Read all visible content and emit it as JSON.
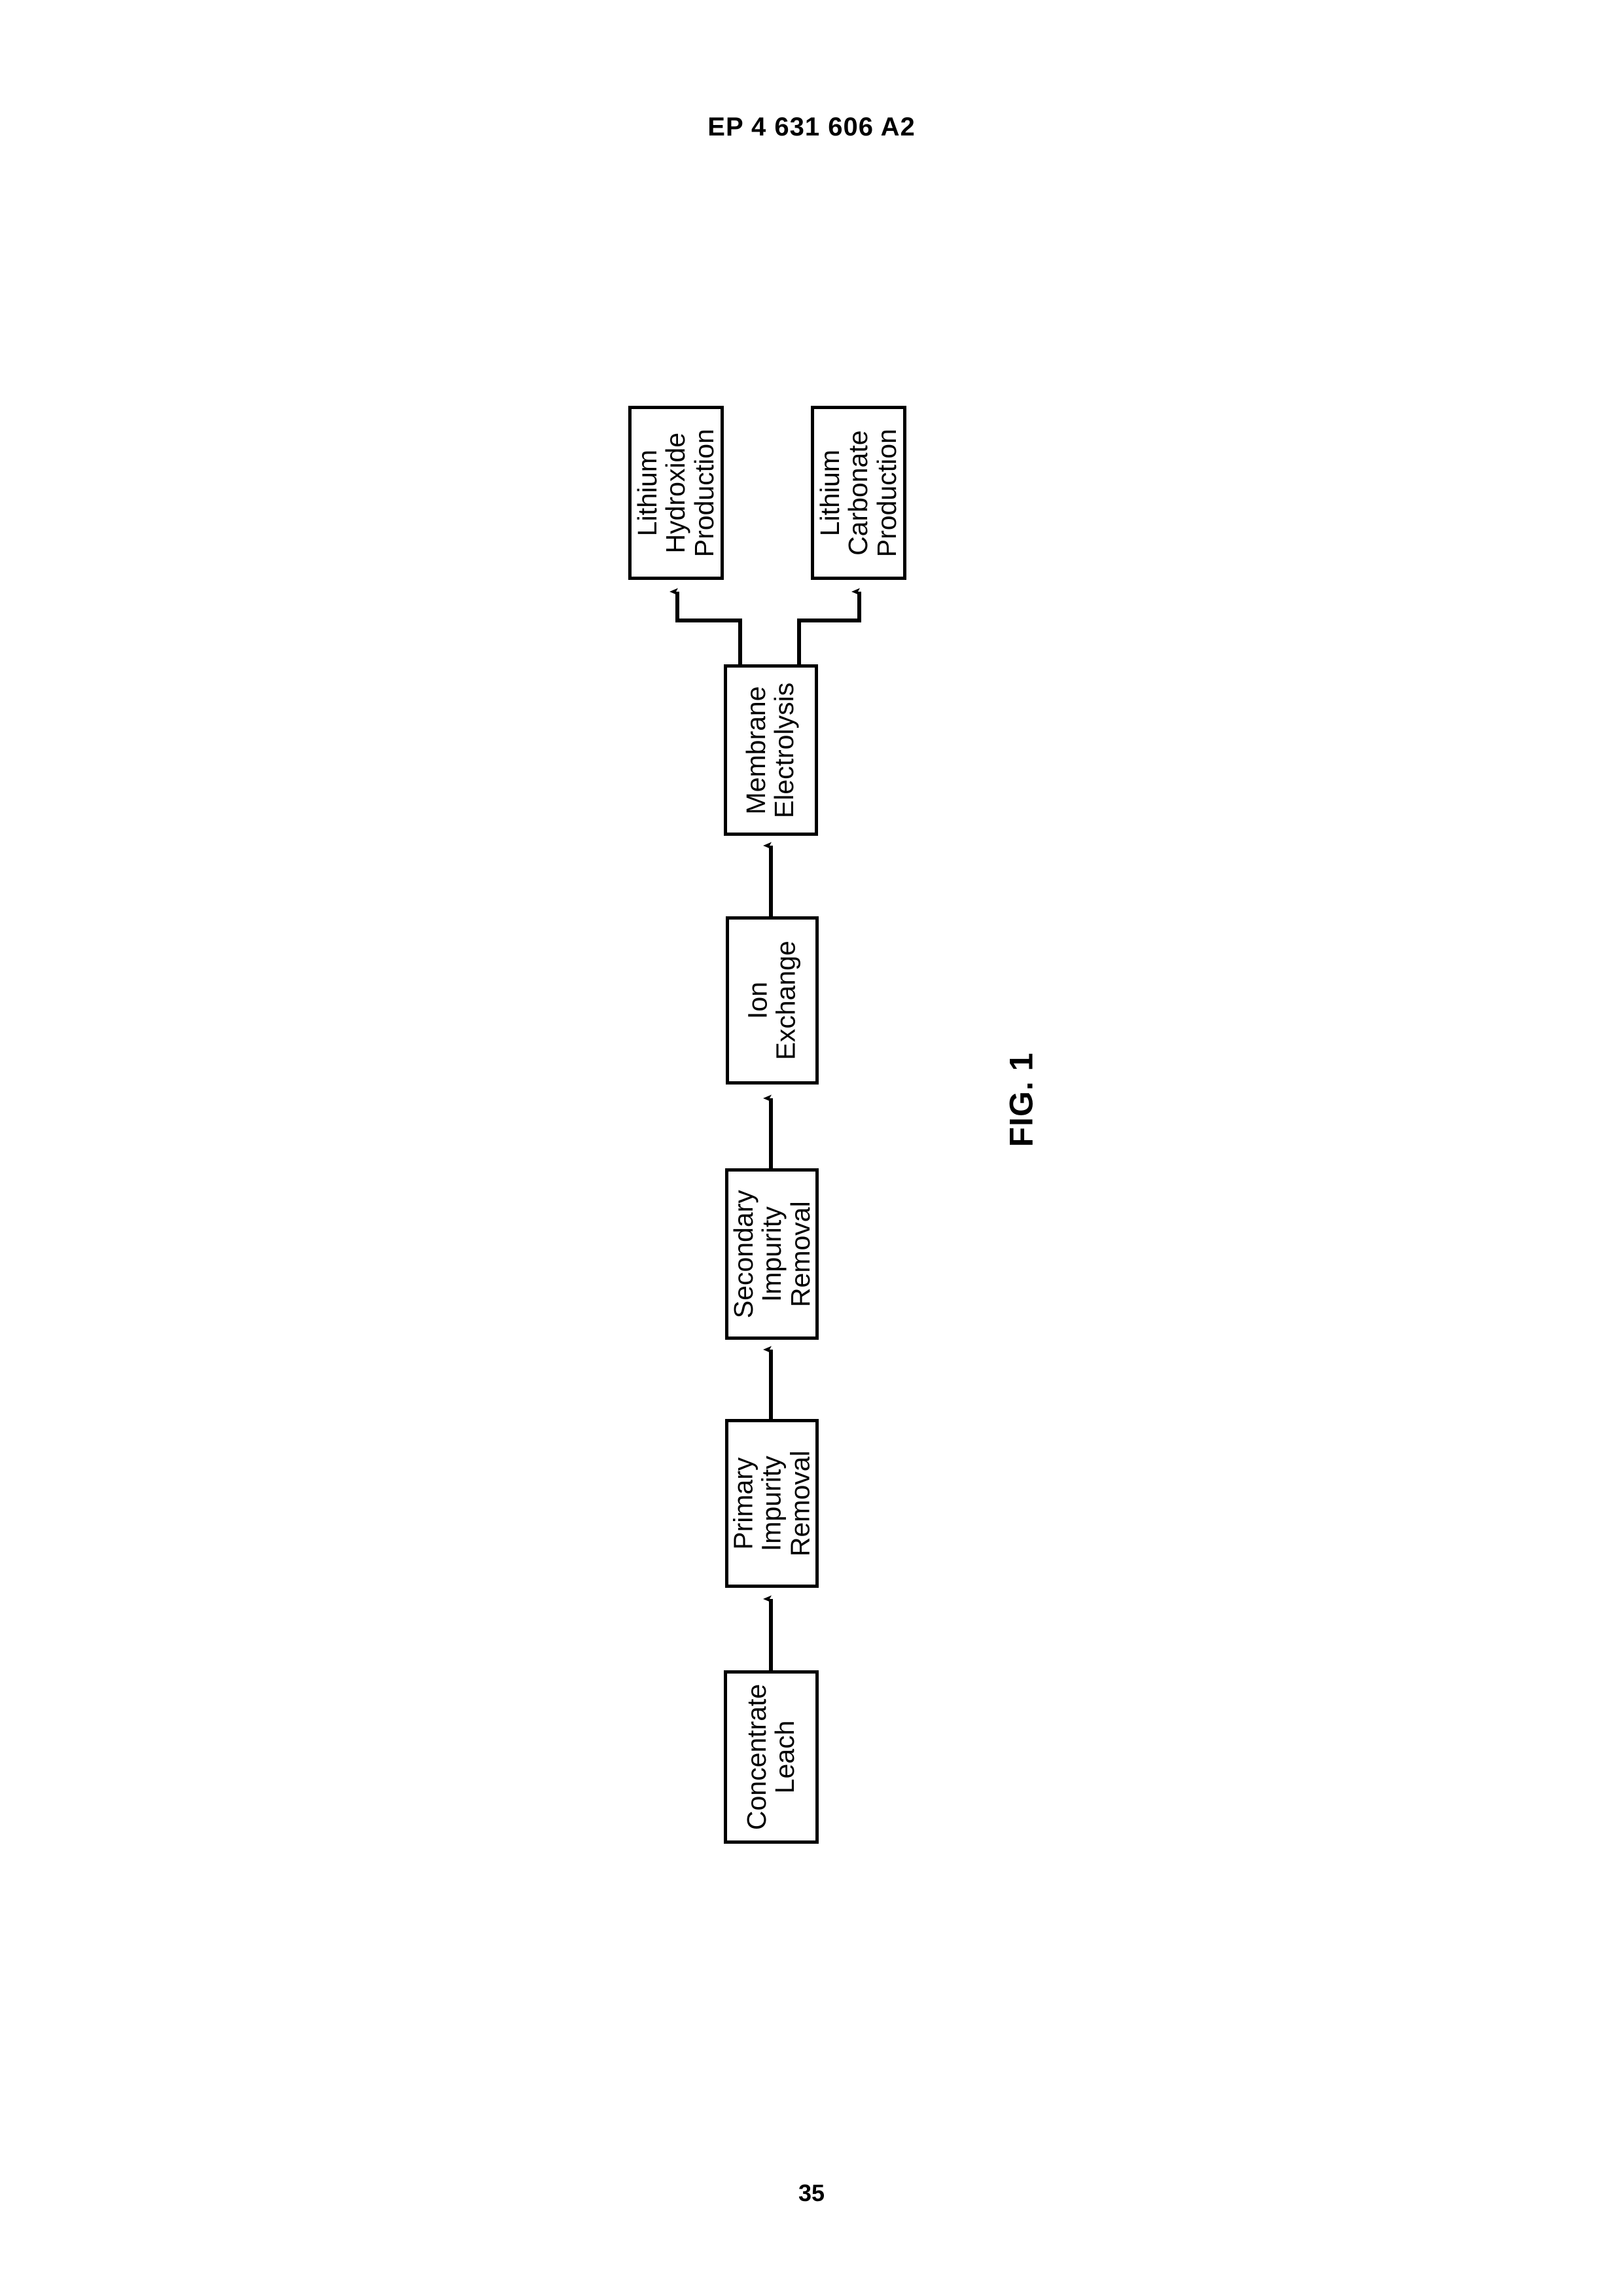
{
  "document": {
    "header": "EP 4 631 606 A2",
    "page_number": "35"
  },
  "figure": {
    "caption": "FIG. 1",
    "orientation": "rotated-90-ccw",
    "nodes": [
      {
        "id": "lithium-hydroxide-production",
        "label": "Lithium\nHydroxide\nProduction",
        "lines": [
          "Lithium",
          "Hydroxide",
          "Production"
        ]
      },
      {
        "id": "lithium-carbonate-production",
        "label": "Lithium\nCarbonate\nProduction",
        "lines": [
          "Lithium",
          "Carbonate",
          "Production"
        ]
      },
      {
        "id": "membrane-electrolysis",
        "label": "Membrane\nElectrolysis",
        "lines": [
          "Membrane",
          "Electrolysis"
        ]
      },
      {
        "id": "ion-exchange",
        "label": "Ion\nExchange",
        "lines": [
          "Ion",
          "Exchange"
        ]
      },
      {
        "id": "secondary-impurity-removal",
        "label": "Secondary\nImpurity\nRemoval",
        "lines": [
          "Secondary",
          "Impurity",
          "Removal"
        ]
      },
      {
        "id": "primary-impurity-removal",
        "label": "Primary\nImpurity\nRemoval",
        "lines": [
          "Primary",
          "Impurity",
          "Removal"
        ]
      },
      {
        "id": "concentrate-leach",
        "label": "Concentrate\nLeach",
        "lines": [
          "Concentrate",
          "Leach"
        ]
      }
    ],
    "edges": [
      {
        "from": "concentrate-leach",
        "to": "primary-impurity-removal"
      },
      {
        "from": "primary-impurity-removal",
        "to": "secondary-impurity-removal"
      },
      {
        "from": "secondary-impurity-removal",
        "to": "ion-exchange"
      },
      {
        "from": "ion-exchange",
        "to": "membrane-electrolysis"
      },
      {
        "from": "membrane-electrolysis",
        "to": "lithium-hydroxide-production"
      },
      {
        "from": "membrane-electrolysis",
        "to": "lithium-carbonate-production"
      }
    ],
    "colors": {
      "stroke": "#000000",
      "fill": "#ffffff"
    }
  }
}
